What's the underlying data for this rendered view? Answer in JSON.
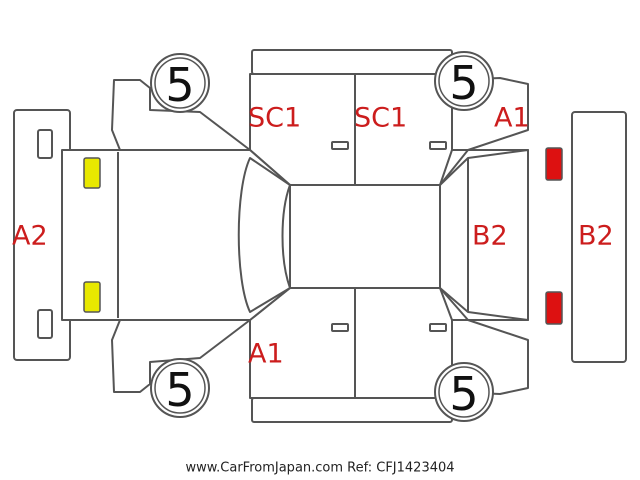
{
  "diagram": {
    "tires": {
      "front_left": "5",
      "rear_left": "5",
      "front_right": "5",
      "rear_right": "5"
    },
    "damage_codes": {
      "top_left_door": "SC1",
      "top_right_door": "SC1",
      "top_rear_fender": "A1",
      "bottom_front_fender": "A1",
      "front_bumper": "A2",
      "tailgate": "B2",
      "rear_bumper": "B2"
    },
    "colors": {
      "outline": "#555555",
      "damage_text": "#cc1d1d",
      "front_lamp_fill": "#e8e800",
      "rear_lamp_fill": "#dd1111"
    },
    "lamp_icons": [
      "headlight-icon",
      "taillight-icon"
    ]
  },
  "footer": {
    "text": "www.CarFromJapan.com Ref: CFJ1423404"
  }
}
